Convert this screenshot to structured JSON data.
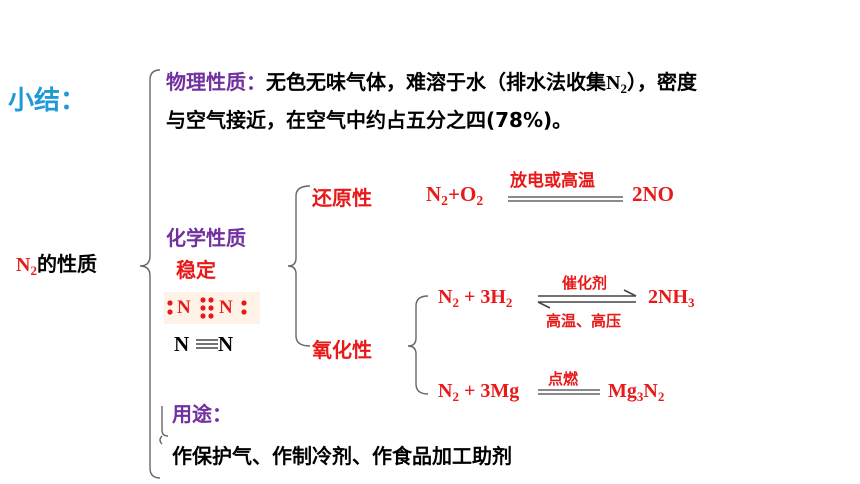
{
  "summary_title": "小结：",
  "root": {
    "formula_base": "N",
    "formula_sub": "2",
    "label": "的性质"
  },
  "physical": {
    "title": "物理性质：",
    "line1_a": "无色无味气体，难溶于水（排水法收集",
    "n": "N",
    "n_sub": "2",
    "line1_b": "），密度",
    "line2": "与空气接近，在空气中约占五分之四(78%)。"
  },
  "chemical": {
    "title": "化学性质",
    "stable": "稳定",
    "lewis": {
      "atom1": "N",
      "atom2": "N"
    },
    "triple_bond": {
      "atom1": "N",
      "atom2": "N"
    }
  },
  "reducing": {
    "label": "还原性",
    "eq": {
      "n": "N",
      "n_sub": "2",
      "plus_o": "+O",
      "o_sub": "2",
      "condition": "放电或高温",
      "product": "2NO"
    }
  },
  "oxidizing": {
    "label": "氧化性",
    "eq1": {
      "n": "N",
      "n_sub": "2",
      "mid": " + 3H",
      "h_sub": "2",
      "catalyst": "催化剂",
      "condition": "高温、高压",
      "product_a": "2NH",
      "product_sub": "3"
    },
    "eq2": {
      "n": "N",
      "n_sub": "2",
      "mid": " + 3Mg",
      "condition": "点燃",
      "product_a": "Mg",
      "mg_sub": "3",
      "product_b": "N",
      "n2_sub": "2"
    }
  },
  "uses": {
    "title": "用途：",
    "text": "作保护气、作制冷剂、作食品加工助剂"
  },
  "colors": {
    "accent_blue": "#1f9ad6",
    "purple": "#7030a0",
    "red": "#e81919"
  }
}
